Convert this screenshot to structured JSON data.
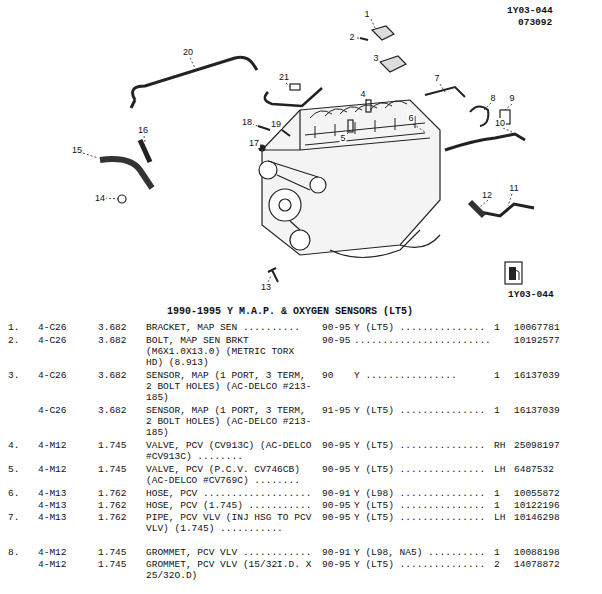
{
  "diagram": {
    "title": "1990-1995 Y M.A.P. & OXYGEN SENSORS (LT5)",
    "labels": [
      "1Y03-044",
      "073092",
      "1",
      "2",
      "3",
      "4",
      "5",
      "6",
      "7",
      "8",
      "9",
      "10",
      "11",
      "12",
      "13",
      "14",
      "15",
      "16",
      "17",
      "18",
      "19",
      "20",
      "21",
      "1Y03-044",
      "1.",
      "4-C26",
      "3.682",
      "BRACKET, MAP SEN ..........",
      "90-95",
      "Y (LT5) ...............",
      "1",
      "10067781",
      "2.",
      "4-C26",
      "3.682",
      "BOLT, MAP SEN BRKT (M6X1.0X13.0) (METRIC TORX HD) (8.913)",
      "90-95",
      "........................",
      "10192577",
      "3.",
      "4-C26",
      "3.682",
      "SENSOR, MAP (1 PORT, 3 TERM, 2 BOLT HOLES) (AC-DELCO #213-185)",
      "90",
      "Y ................",
      "1",
      "16137039",
      "4-C26",
      "3.682",
      "SENSOR, MAP (1 PORT, 3 TERM, 2 BOLT HOLES) (AC-DELCO #213-185)",
      "91-95",
      "Y (LT5) ...............",
      "1",
      "16137039",
      "4.",
      "4-M12",
      "1.745",
      "VALVE, PCV (CV913C) (AC-DELCO #CV913C) ........",
      "90-95",
      "Y (LT5) ...............",
      "RH",
      "25098197",
      "5.",
      "4-M12",
      "1.745",
      "VALVE, PCV (P.C.V. CV746CB) (AC-DELCO #CV769C) ........",
      "90-95",
      "Y (LT5) ...............",
      "LH",
      "6487532",
      "6.",
      "4-M13",
      "1.762",
      "HOSE, PCV ...................",
      "90-91",
      "Y (L98) ...............",
      "1",
      "10055872",
      "4-M13",
      "1.762",
      "HOSE, PCV (1.745) ...........",
      "90-95",
      "Y (LT5) ...............",
      "1",
      "10122196",
      "7.",
      "4-M13",
      "1.762",
      "PIPE, PCV VLV (INJ HSG TO PCV VLV) (1.745) ...........",
      "90-95",
      "Y (LT5) ...............",
      "LH",
      "10146298",
      "8.",
      "4-M12",
      "1.745",
      "GROMMET, PCV VLV ............",
      "90-91",
      "Y (L98, NA5) ..........",
      "1",
      "10088198",
      "4-M12",
      "1.745",
      "GROMMET, PCV VLV (15/32I.D. X 25/32O.D)",
      "90-95",
      "Y (LT5) ...............",
      "2",
      "14078872"
    ]
  }
}
